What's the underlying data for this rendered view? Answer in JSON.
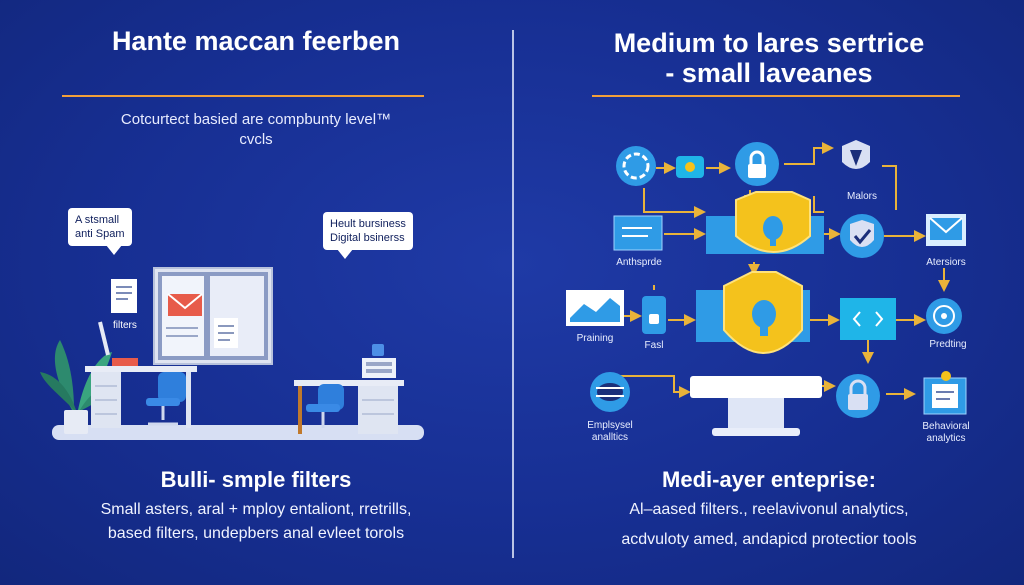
{
  "left": {
    "title": "Hante maccan feerben",
    "subtitle_line1": "Cotcurtect basied are compbunty level™",
    "subtitle_line2": "cvcls",
    "bubble1_line1": "A stsmall",
    "bubble1_line2": "anti Spam",
    "bubble2_line1": "Heult bursiness",
    "bubble2_line2": "Digital bsinerss",
    "filters_label": "filters",
    "heading": "Bulli- smple filters",
    "desc_line1": "Small asters, aral + mploy entaliont, rretrills,",
    "desc_line2": "based filters, undepbers anal evleet torols"
  },
  "right": {
    "title_line1": "Medium to lares sertrice",
    "title_line2": "- small laveanes",
    "nodes": {
      "malors": "Malors",
      "antispide": "Anthsprde",
      "atersiors": "Atersiors",
      "praining": "Praining",
      "fasl": "Fasl",
      "predting": "Predting",
      "employsel_line1": "Emplsysel",
      "employsel_line2": "analltics",
      "behavioral_line1": "Behavioral",
      "behavioral_line2": "analytics"
    },
    "heading": "Medi-ayer enteprise:",
    "desc_line1": "Al–aased filters.,  reelavivonul analytics,",
    "desc_line2": "acdvuloty amed, andapicd protectior tools"
  },
  "colors": {
    "background": "#172f93",
    "accent_orange": "#f2a03a",
    "shield_yellow": "#f4c21c",
    "node_blue": "#2f9be6",
    "connector": "#e9b33a"
  }
}
